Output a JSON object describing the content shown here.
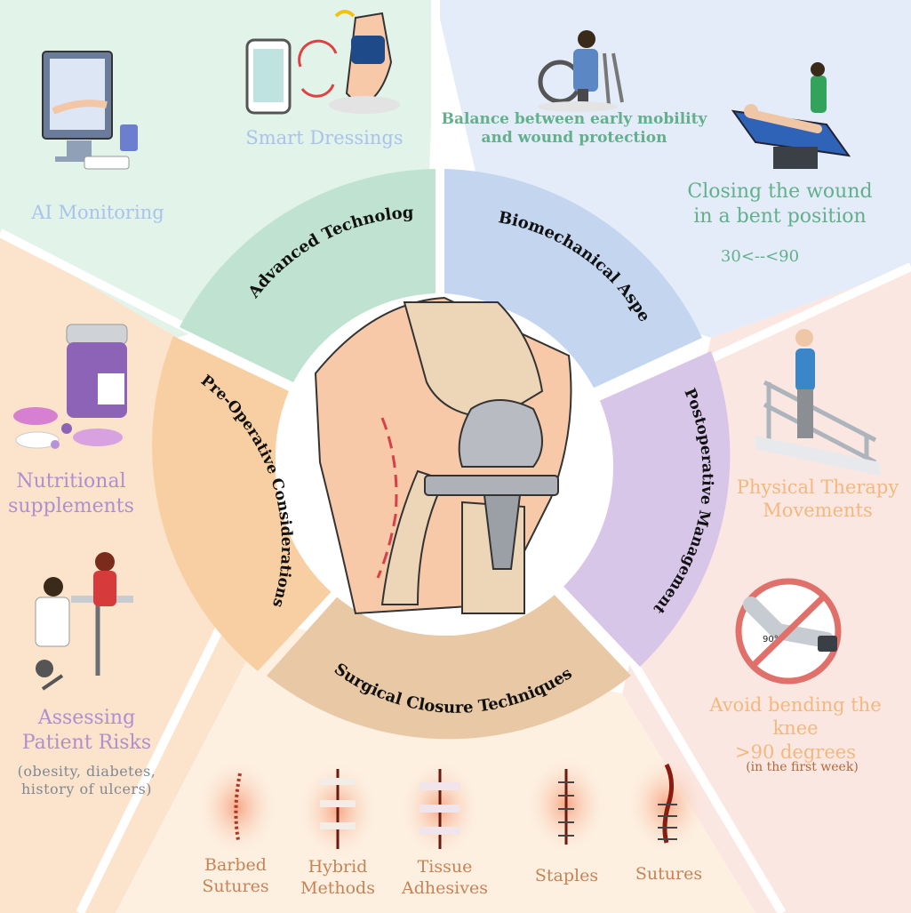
{
  "center": {
    "image": "knee-implant"
  },
  "ring_segments": [
    {
      "id": "advanced",
      "label": "Advanced Technologies",
      "color": "#bfe3d0"
    },
    {
      "id": "biomech",
      "label": "Biomechanical Aspects",
      "color": "#c3d5ef"
    },
    {
      "id": "postop",
      "label": "Postoperative Management",
      "color": "#d8c6e8"
    },
    {
      "id": "surgical",
      "label": "Surgical Closure Techniques",
      "color": "#e9c9a5"
    },
    {
      "id": "preop",
      "label": "Pre-Operative Considerations",
      "color": "#f8cfa2"
    }
  ],
  "advanced": {
    "smart_dressings": "Smart Dressings",
    "ai_monitoring": "AI Monitoring"
  },
  "biomech": {
    "balance": [
      "Balance between early mobility",
      "and wound protection"
    ],
    "closing": [
      "Closing the wound",
      "in a bent position"
    ],
    "angle": "30<--<90"
  },
  "postop": {
    "therapy": [
      "Physical Therapy",
      "Movements"
    ],
    "avoid": [
      "Avoid bending the knee",
      ">90  degrees"
    ],
    "first_week": "(in the first week)",
    "angle_mark": "90°"
  },
  "preop": {
    "nutrition": [
      "Nutritional",
      "supplements"
    ],
    "risks": [
      "Assessing",
      "Patient Risks"
    ],
    "risk_detail": [
      "(obesity, diabetes,",
      "history of ulcers)"
    ]
  },
  "surgical": {
    "items": [
      {
        "label": [
          "Barbed",
          "Sutures"
        ]
      },
      {
        "label": [
          "Hybrid",
          "Methods"
        ]
      },
      {
        "label": [
          "Tissue",
          "Adhesives"
        ]
      },
      {
        "label": [
          "Staples"
        ]
      },
      {
        "label": [
          "Sutures"
        ]
      }
    ]
  },
  "colors": {
    "sector_green": "#e2f3ea",
    "sector_blue": "#e3ecf8",
    "sector_pink": "#fbe7e2",
    "sector_peach": "#fdf0e1",
    "sector_orange": "#fbe3cc"
  }
}
